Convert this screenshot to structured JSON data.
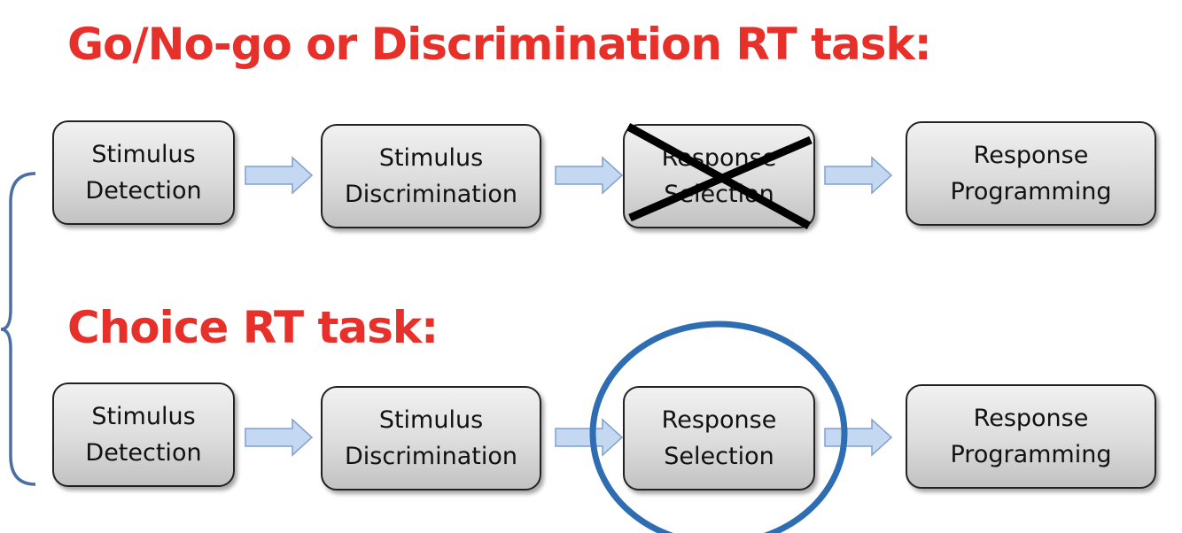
{
  "colors": {
    "heading": "#e8302a",
    "arrow_fill": "#c5d8f1",
    "arrow_stroke": "#7f9fd0",
    "bracket": "#4a6fa5",
    "circle": "#2f6db3",
    "cross": "#000000"
  },
  "rows": [
    {
      "heading": "Go/No-go or Discrimination RT task:",
      "stages": [
        {
          "line1": "Stimulus",
          "line2": "Detection"
        },
        {
          "line1": "Stimulus",
          "line2": "Discrimination"
        },
        {
          "line1": "Response",
          "line2": "Selection",
          "marker": "crossed-out"
        },
        {
          "line1": "Response",
          "line2": "Programming"
        }
      ]
    },
    {
      "heading": "Choice RT task:",
      "stages": [
        {
          "line1": "Stimulus",
          "line2": "Detection"
        },
        {
          "line1": "Stimulus",
          "line2": "Discrimination"
        },
        {
          "line1": "Response",
          "line2": "Selection",
          "marker": "circled"
        },
        {
          "line1": "Response",
          "line2": "Programming"
        }
      ]
    }
  ]
}
